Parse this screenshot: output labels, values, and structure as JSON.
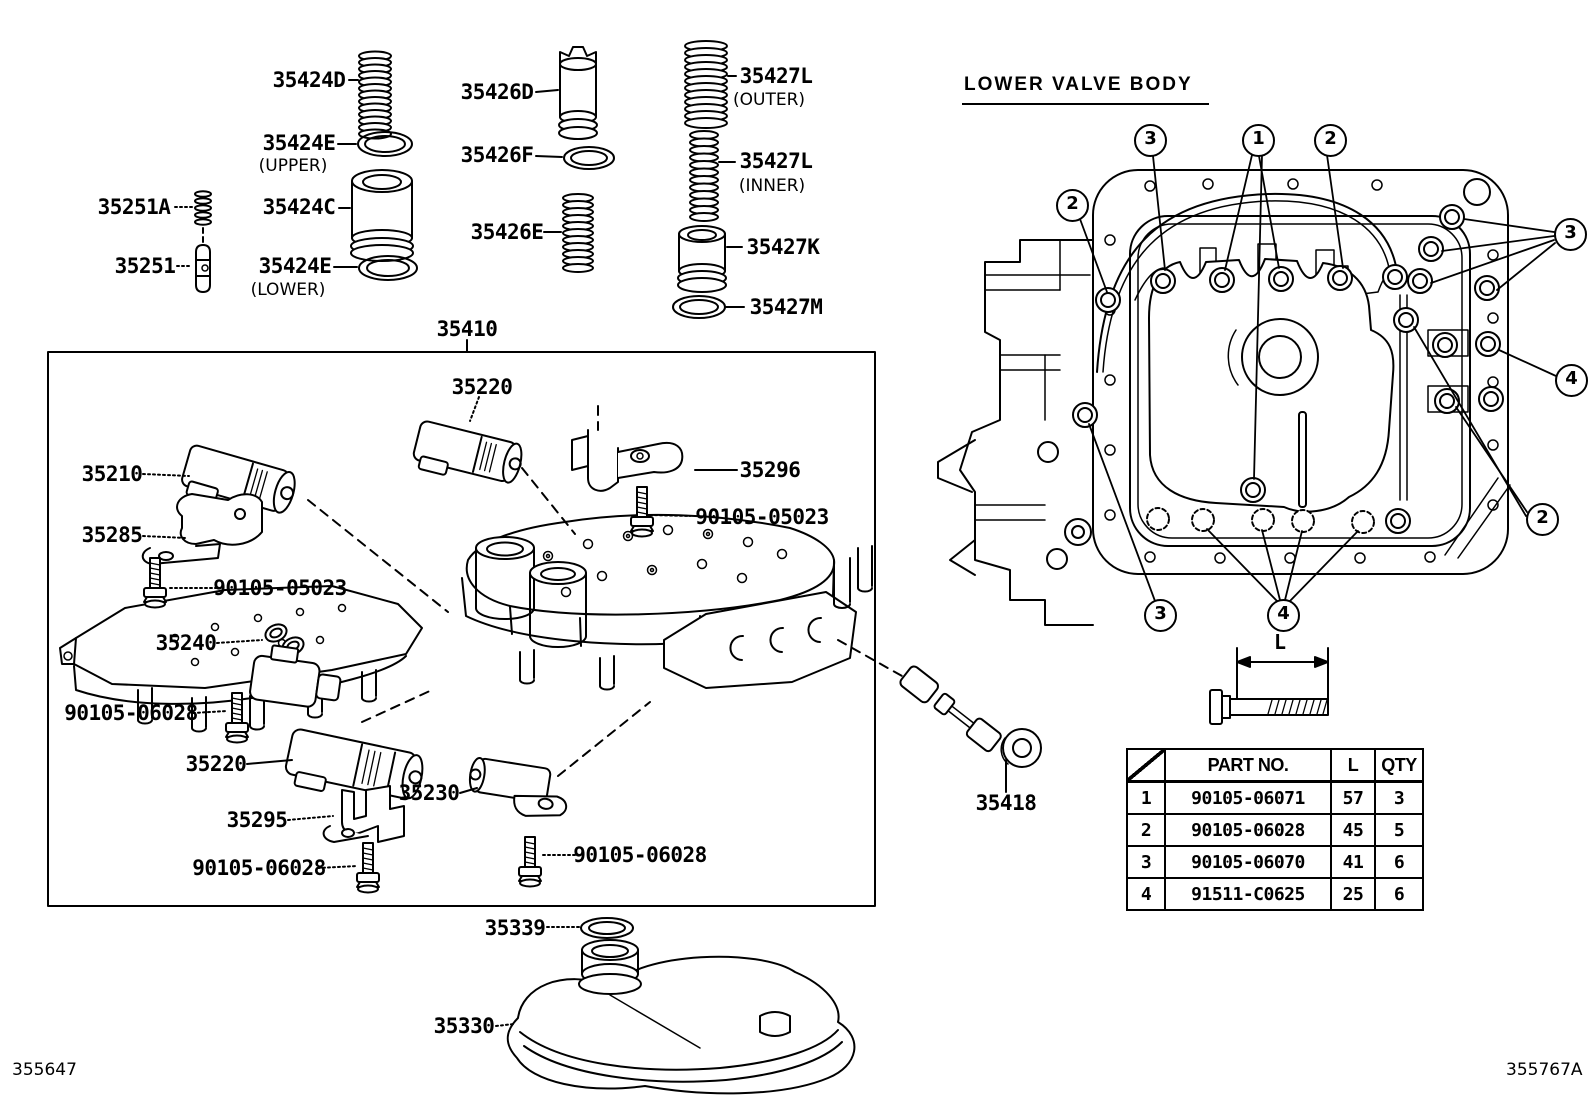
{
  "right_panel": {
    "title": "LOWER VALVE BODY",
    "dimension_label": "L",
    "callouts": [
      {
        "n": "3"
      },
      {
        "n": "1"
      },
      {
        "n": "2"
      },
      {
        "n": "2"
      },
      {
        "n": "3"
      },
      {
        "n": "4"
      },
      {
        "n": "2"
      },
      {
        "n": "3"
      },
      {
        "n": "4"
      }
    ],
    "table": {
      "col_headers": [
        "PART NO.",
        "L",
        "QTY"
      ],
      "rows": [
        {
          "ref": "1",
          "part_no": "90105-06071",
          "l": "57",
          "qty": "3"
        },
        {
          "ref": "2",
          "part_no": "90105-06028",
          "l": "45",
          "qty": "5"
        },
        {
          "ref": "3",
          "part_no": "90105-06070",
          "l": "41",
          "qty": "6"
        },
        {
          "ref": "4",
          "part_no": "91511-C0625",
          "l": "25",
          "qty": "6"
        }
      ]
    }
  },
  "part_labels": {
    "p35424d": "35424D",
    "p35424e_upper": "35424E",
    "upper_note": "(UPPER)",
    "p35251a": "35251A",
    "p35424c": "35424C",
    "p35251": "35251",
    "p35424e_lower": "35424E",
    "lower_note": "(LOWER)",
    "p35426d": "35426D",
    "p35426f": "35426F",
    "p35426e": "35426E",
    "p35427l_outer": "35427L",
    "outer_note": "(OUTER)",
    "p35427l_inner": "35427L",
    "inner_note": "(INNER)",
    "p35427k": "35427K",
    "p35427m": "35427M",
    "p35410": "35410",
    "p35220_top": "35220",
    "p35210": "35210",
    "p35296": "35296",
    "p90105_05023_right": "90105-05023",
    "p35285": "35285",
    "p90105_05023_left": "90105-05023",
    "p35240": "35240",
    "p90105_06028_left": "90105-06028",
    "p35220_bottom": "35220",
    "p35230": "35230",
    "p35295": "35295",
    "p90105_06028_bl": "90105-06028",
    "p90105_06028_br": "90105-06028",
    "p35339": "35339",
    "p35330": "35330",
    "p35418": "35418"
  },
  "footer": {
    "left_code": "355647",
    "right_code": "355767A"
  }
}
